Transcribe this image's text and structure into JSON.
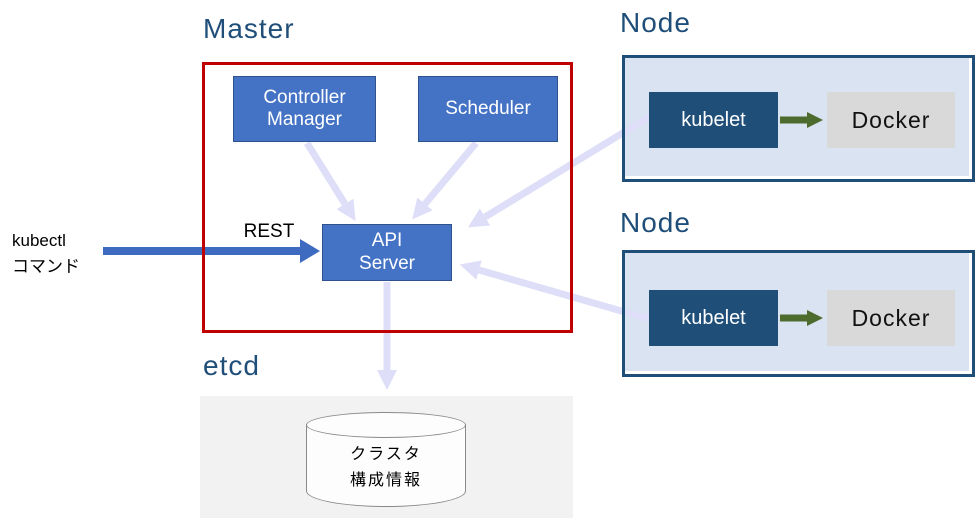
{
  "colors": {
    "accent_blue": "#4472c4",
    "arrow_blue": "#3e6bbf",
    "dark_navy": "#1f4e79",
    "master_border_red": "#c00000",
    "arrow_lavender": "#dedef8",
    "arrow_green": "#4e6b2e",
    "node_fill": "#dae3f1",
    "etcd_fill": "#f2f2f2",
    "docker_fill": "#d9d9d9",
    "title_color": "#1f4e79"
  },
  "master": {
    "label": "Master",
    "controller_manager": "Controller\nManager",
    "scheduler": "Scheduler",
    "api_server": "API\nServer",
    "rest": "REST"
  },
  "kubectl": {
    "label": "kubectl\nコマンド"
  },
  "nodes": [
    {
      "label": "Node",
      "kubelet": "kubelet",
      "docker": "Docker"
    },
    {
      "label": "Node",
      "kubelet": "kubelet",
      "docker": "Docker"
    }
  ],
  "etcd": {
    "label": "etcd",
    "datastore": "クラスタ\n構成情報"
  }
}
